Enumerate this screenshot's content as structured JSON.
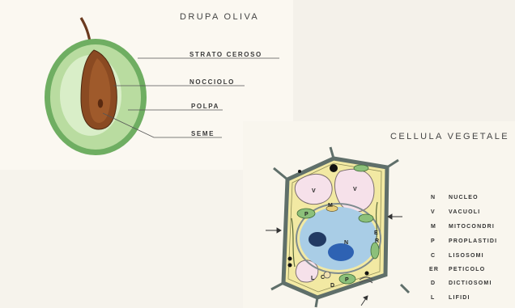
{
  "olive": {
    "title": "DRUPA OLIVA",
    "labels": {
      "waxy_layer": "STRATO CEROSO",
      "pit": "NOCCIOLO",
      "pulp": "POLPA",
      "seed": "SEME"
    }
  },
  "cell": {
    "title": "CELLULA VEGETALE",
    "organelle_marks": {
      "vacuole_1": "V",
      "vacuole_2": "V",
      "nucleus": "N",
      "proplastid_1": "P",
      "mitochondrion": "M",
      "proplastid_2": "P",
      "lysosome": "C",
      "dictyosome": "D",
      "lipid": "L",
      "er_1": "E",
      "er_2": "R"
    }
  },
  "legend": {
    "items": [
      {
        "abbr": "N",
        "term": "NUCLEO"
      },
      {
        "abbr": "V",
        "term": "VACUOLI"
      },
      {
        "abbr": "M",
        "term": "MITOCONDRI"
      },
      {
        "abbr": "P",
        "term": "PROPLASTIDI"
      },
      {
        "abbr": "C",
        "term": "LISOSOMI"
      },
      {
        "abbr": "ER",
        "term": "PETICOLO"
      },
      {
        "abbr": "D",
        "term": "DICTIOSOMI"
      },
      {
        "abbr": "L",
        "term": "LIFIDI"
      }
    ]
  },
  "colors": {
    "paper": "#fbf8f1",
    "olive_flesh": "#b9dca0",
    "olive_rim": "#6fae62",
    "olive_pit": "#8a4a22",
    "olive_seed": "#5a2a10",
    "stem": "#6b3a1f",
    "cell_wall": "#5f6f6a",
    "cytoplasm": "#f2e9a3",
    "vacuole": "#f6e1ea",
    "nucleus_region": "#a9cde6",
    "nucleolus": "#2e62b3",
    "chloroplast": "#8cc07a",
    "lipid": "#111111"
  }
}
